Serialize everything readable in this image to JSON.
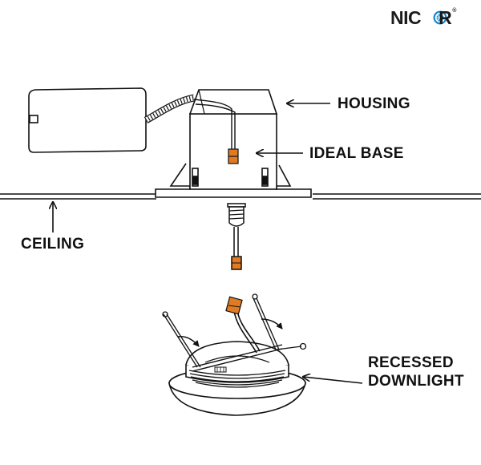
{
  "logo": {
    "text_left": "NIC",
    "text_right": "R",
    "registered_mark": "®",
    "ring_color": "#1e88c9"
  },
  "labels": {
    "housing": "HOUSING",
    "ideal_base": "IDEAL BASE",
    "ceiling": "CEILING",
    "recessed_line1": "RECESSED",
    "recessed_line2": "DOWNLIGHT"
  },
  "colors": {
    "line": "#111111",
    "connector": "#e07b24"
  }
}
